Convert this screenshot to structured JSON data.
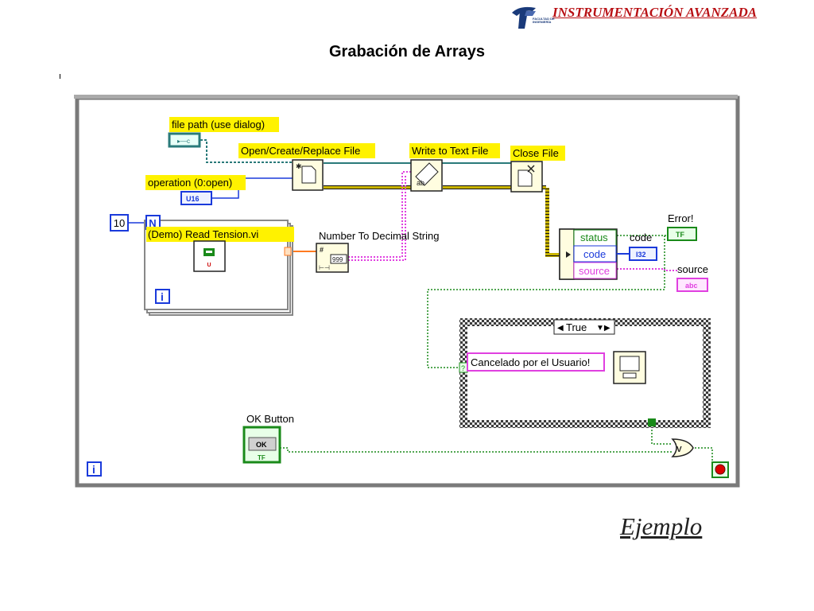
{
  "header": {
    "brand": "INSTRUMENTACIÓN AVANZADA",
    "brand_sub_1": "FACULTAD DE",
    "brand_sub_2": "INGENIERÍA",
    "logo_icon": "faculty-logo-icon"
  },
  "slide": {
    "title": "Grabación de Arrays",
    "footer_link": "Ejemplo"
  },
  "diagram": {
    "file_path_label": "file path (use dialog)",
    "open_file_label": "Open/Create/Replace File",
    "write_text_label": "Write to Text File",
    "close_file_label": "Close File",
    "operation_label": "operation (0:open)",
    "operation_type": "U16",
    "loop_count": "10",
    "loop_count_terminal": "N",
    "loop_iteration_terminal": "i",
    "outer_iteration_terminal": "i",
    "read_tension_label": "(Demo) Read Tension.vi",
    "read_tension_unit": "U",
    "number_to_string_label": "Number To Decimal String",
    "number_to_string_glyph": "999",
    "number_to_string_hash": "#",
    "unbundle_items": [
      "status",
      "code",
      "source"
    ],
    "error_label": "Error!",
    "error_type": "TF",
    "code_label": "code",
    "code_type": "I32",
    "source_label": "source",
    "source_type": "abc",
    "case_selector": "True",
    "case_message": "Cancelado por el Usuario!",
    "ok_button_label": "OK Button",
    "ok_button_text": "OK",
    "ok_button_type": "TF",
    "write_icon_glyph": "ab",
    "or_gate_glyph": "V",
    "case_question_glyph": "?",
    "colors": {
      "wire_file_ref": "#2a7a7a",
      "wire_error": "#c9b400",
      "wire_string": "#e040e0",
      "wire_numeric": "#ff7a20",
      "wire_boolean": "#1a8a1a",
      "label_bg": "#fff200",
      "frame": "#7a7a7a",
      "brand_red": "#b81014"
    }
  }
}
